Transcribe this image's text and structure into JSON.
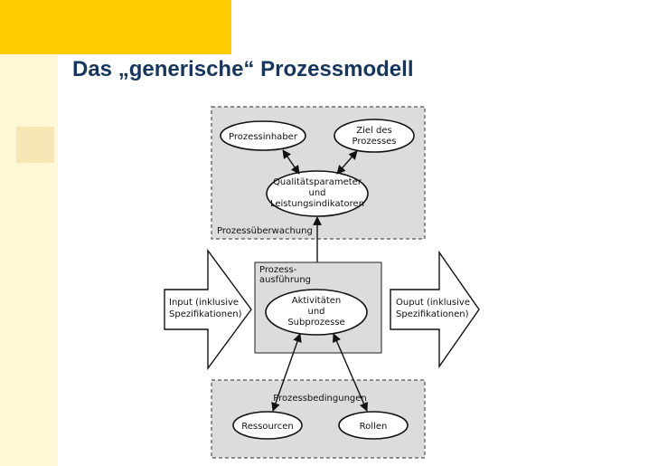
{
  "slide": {
    "title": "Das „generische“ Prozessmodell"
  },
  "diagram": {
    "monitoring_box": {
      "label": "Prozessüberwachung",
      "owner": "Prozessinhaber",
      "goal_line1": "Ziel des",
      "goal_line2": "Prozesses",
      "quality_line1": "Qualitätsparameter",
      "quality_line2": "und",
      "quality_line3": "Leistungsindikatoren"
    },
    "execution_box": {
      "label_line1": "Prozess-",
      "label_line2": "ausführung",
      "activities_line1": "Aktivitäten",
      "activities_line2": "und",
      "activities_line3": "Subprozesse"
    },
    "input_arrow": {
      "line1": "Input (inklusive",
      "line2": "Spezifikationen)"
    },
    "output_arrow": {
      "line1": "Ouput (inklusive",
      "line2": "Spezifikationen)"
    },
    "conditions_box": {
      "label": "Prozessbedingungen",
      "resources": "Ressourcen",
      "roles": "Rollen"
    }
  },
  "colors": {
    "accent_yellow": "#ffcc00",
    "title_navy": "#17365d",
    "box_fill": "#dcdcdc",
    "pale_strip": "#fff7d6"
  }
}
